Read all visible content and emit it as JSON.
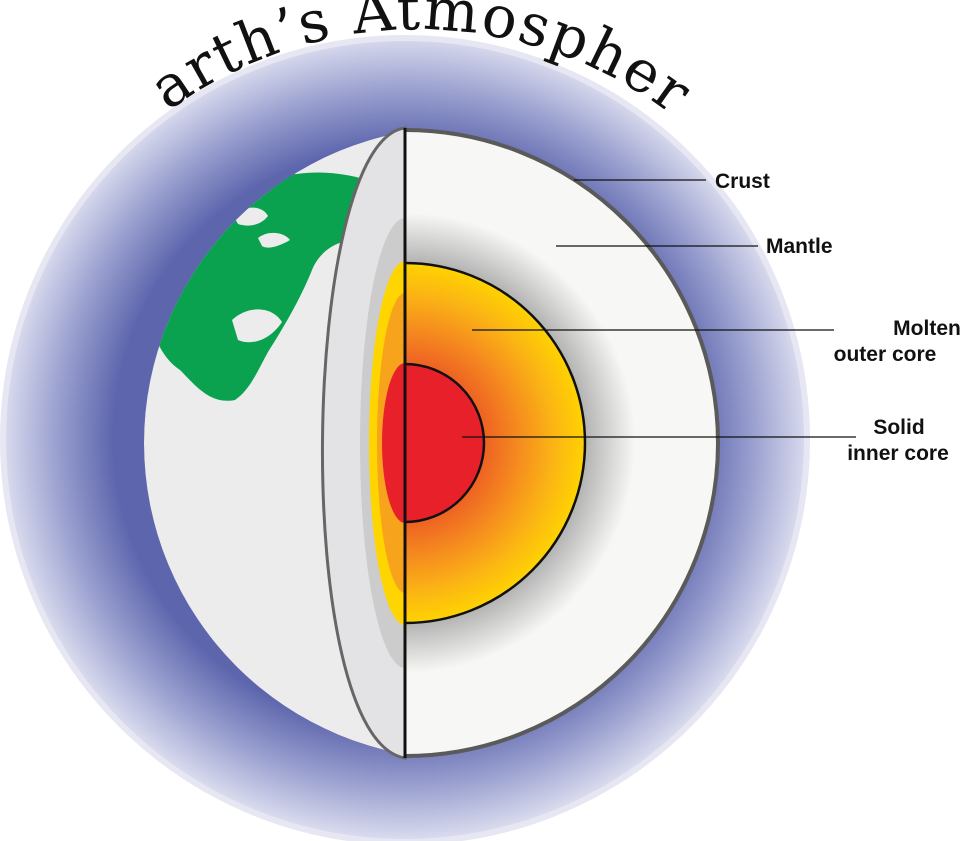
{
  "title": "Earth’s Atmosphere",
  "labels": {
    "crust": "Crust",
    "mantle": "Mantle",
    "outer_core_line1": "Molten",
    "outer_core_line2": "outer core",
    "inner_core_line1": "Solid",
    "inner_core_line2": "inner core"
  },
  "colors": {
    "atmosphere_outer": "#d6d8ea",
    "atmosphere_inner": "#6a72b6",
    "ocean_light": "#1ea4dc",
    "ocean_dark": "#23308c",
    "land": "#0aa24f",
    "globe_gray": "#ececec",
    "outer_core": "#ffd500",
    "inner_core": "#e8202a",
    "mantle": "#f7f7f5",
    "outline": "#555555"
  }
}
